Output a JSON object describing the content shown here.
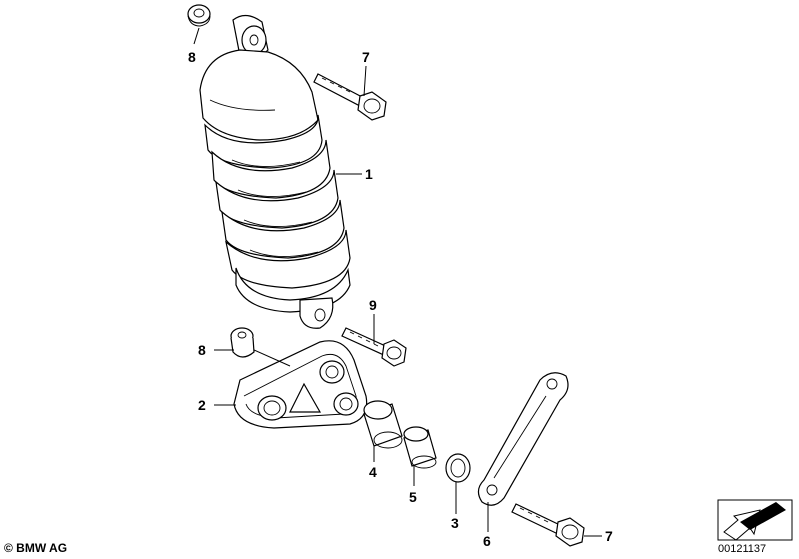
{
  "callouts": {
    "c1": "1",
    "c2": "2",
    "c3": "3",
    "c4": "4",
    "c5": "5",
    "c6": "6",
    "c7_top": "7",
    "c7_bottom": "7",
    "c8_top": "8",
    "c8_bottom": "8",
    "c9": "9"
  },
  "footer": {
    "copyright": "© BMW AG",
    "doc_number": "00121137"
  },
  "icons": {
    "nav": "direction-arrow-icon"
  }
}
